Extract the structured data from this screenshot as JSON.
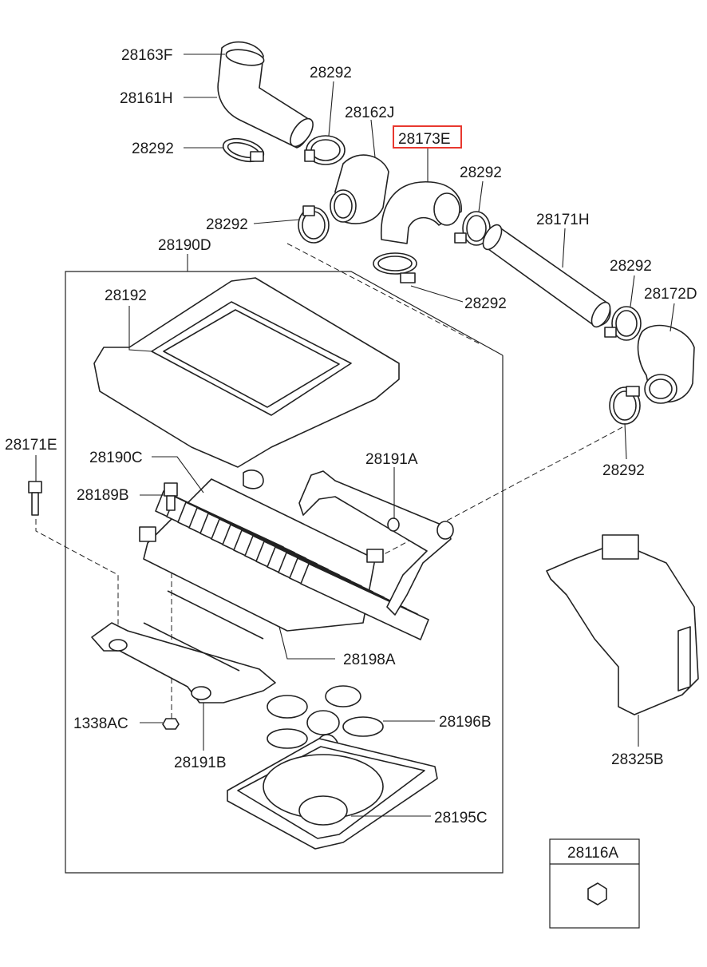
{
  "highlight_color": "#e8382f",
  "labels": {
    "p28163F": "28163F",
    "p28161H": "28161H",
    "p28292_a": "28292",
    "p28292_b": "28292",
    "p28162J": "28162J",
    "p28173E": "28173E",
    "p28292_c": "28292",
    "p28292_d": "28292",
    "p28171H": "28171H",
    "p28292_e": "28292",
    "p28172D": "28172D",
    "p28190D": "28190D",
    "p28292_f": "28292",
    "p28192": "28192",
    "p28292_g": "28292",
    "p28171E": "28171E",
    "p28190C": "28190C",
    "p28191A": "28191A",
    "p28189B": "28189B",
    "p28198A": "28198A",
    "p1338AC": "1338AC",
    "p28196B": "28196B",
    "p28191B": "28191B",
    "p28325B": "28325B",
    "p28195C": "28195C",
    "p28116A": "28116A"
  }
}
